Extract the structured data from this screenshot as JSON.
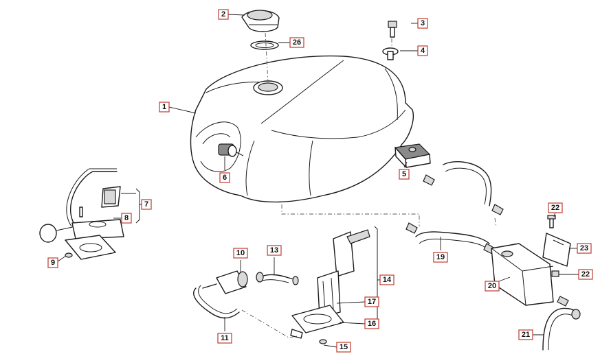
{
  "callouts": [
    "1",
    "2",
    "3",
    "4",
    "5",
    "6",
    "7",
    "8",
    "9",
    "10",
    "11",
    "13",
    "14",
    "15",
    "16",
    "17",
    "19",
    "20",
    "21",
    "22",
    "22",
    "23",
    "26"
  ],
  "colors": {
    "callout_border": "#c0392b",
    "line": "#1a1a1a",
    "background": "#ffffff"
  }
}
